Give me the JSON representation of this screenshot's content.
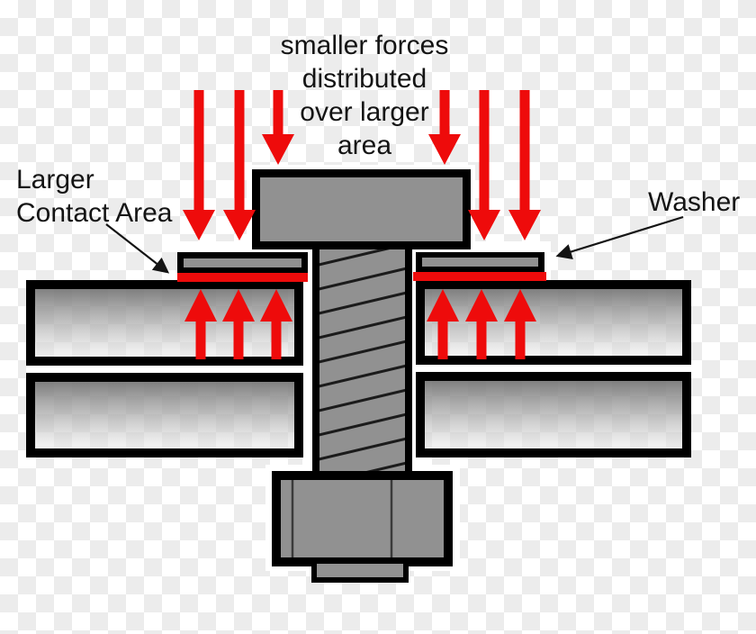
{
  "annotation": {
    "force_note": "smaller forces\ndistributed\nover larger\narea",
    "contact_label": "Larger\nContact Area",
    "washer_label": "Washer"
  },
  "colors": {
    "force_red": "#ee0b0b",
    "contact_strip_red": "#ee0b0b",
    "metal_gray": "#919191",
    "outline_black": "#000000",
    "text_black": "#141414",
    "checker_light": "#ffffff",
    "checker_dark": "#ececec"
  },
  "icons": {
    "down_force_arrow": "red-arrow-down",
    "up_reaction_arrow": "red-arrow-up",
    "pointer_arrow": "black-line-arrow"
  },
  "diagram_parts": [
    "bolt-head",
    "threaded-shaft",
    "hex-nut",
    "bolt-end",
    "washer-left",
    "washer-right",
    "contact-strip-left",
    "contact-strip-right",
    "plate-upper-left",
    "plate-lower-left",
    "plate-upper-right",
    "plate-lower-right"
  ],
  "counts": {
    "downward_force_arrows": 6,
    "upward_reaction_arrows": 6
  }
}
